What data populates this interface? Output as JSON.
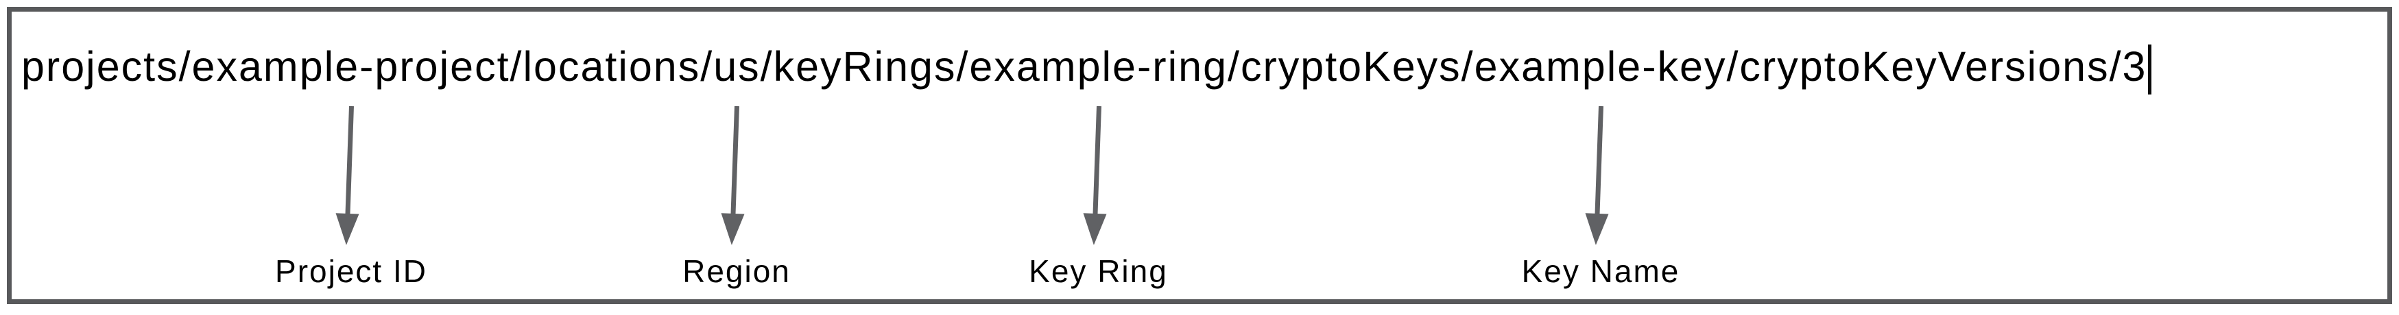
{
  "colors": {
    "frame_border": "#58595B",
    "arrow": "#606164",
    "text": "#000000"
  },
  "field": {
    "full_path": "projects/example-project/locations/us/keyRings/example-ring/cryptoKeys/example-key/cryptoKeyVersions/3",
    "caret_visible": true,
    "path_segments": [
      {
        "text": "projects/"
      },
      {
        "text": "example-project",
        "id": "project-id"
      },
      {
        "text": "/locations/"
      },
      {
        "text": "us",
        "id": "region"
      },
      {
        "text": "/keyRings/"
      },
      {
        "text": "example-ring",
        "id": "key-ring"
      },
      {
        "text": "/cryptoKeys/"
      },
      {
        "text": "example-key",
        "id": "key-name"
      },
      {
        "text": "/cryptoKeyVersions/"
      },
      {
        "text": "3"
      }
    ]
  },
  "annotations": [
    {
      "target": "project-id",
      "label": "Project ID"
    },
    {
      "target": "region",
      "label": "Region"
    },
    {
      "target": "key-ring",
      "label": "Key Ring"
    },
    {
      "target": "key-name",
      "label": "Key Name"
    }
  ]
}
